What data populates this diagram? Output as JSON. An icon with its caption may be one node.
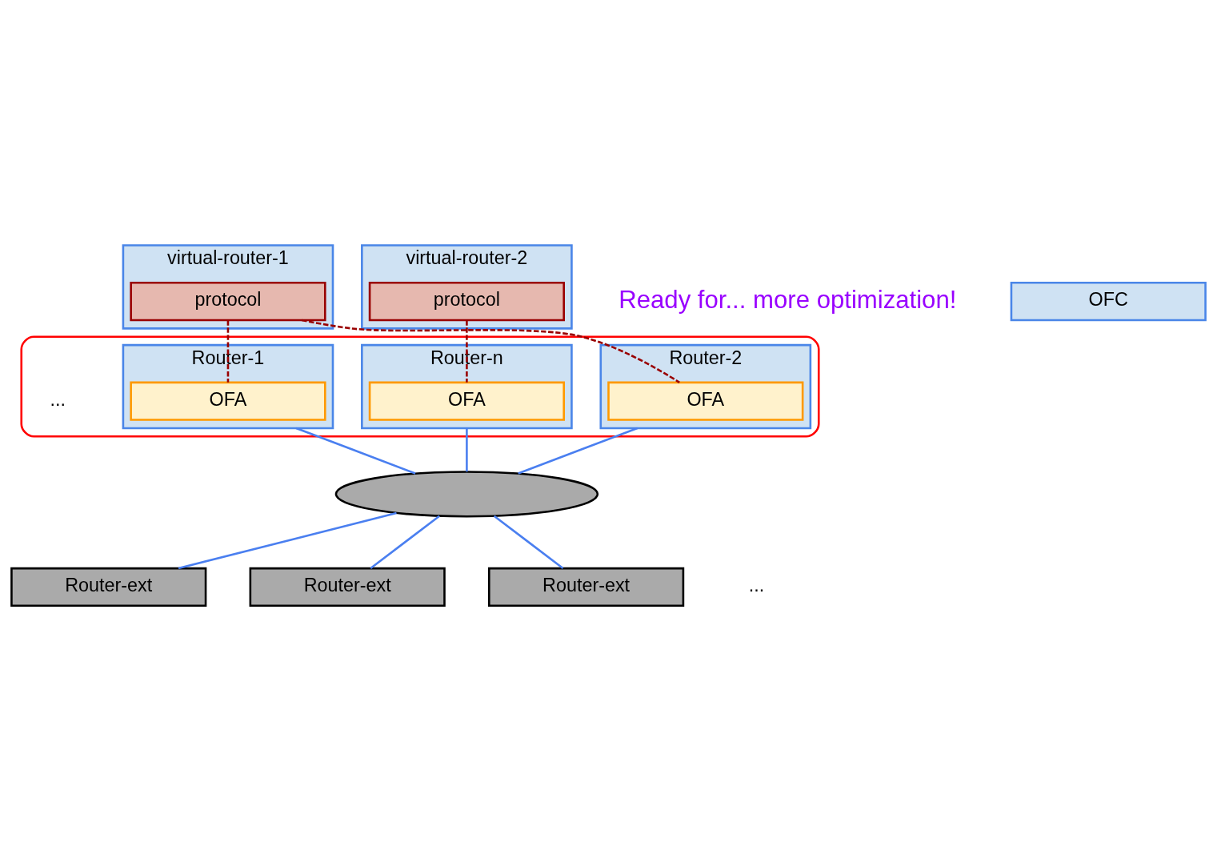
{
  "diagram": {
    "nodes": [
      {
        "text": [
          "virtual-router-1"
        ]
      },
      {
        "text": [
          "protocol"
        ],
        "in": 0
      },
      {
        "text": [
          "virtual-router-2"
        ]
      },
      {
        "text": [
          "protocol"
        ],
        "in": 2
      },
      {
        "text": [
          "OFC"
        ]
      },
      {
        "text": [],
        "shape": "box"
      },
      {
        "text": [
          "Router-1"
        ],
        "in": 5
      },
      {
        "text": [
          "OFA"
        ],
        "in": 6
      },
      {
        "text": [
          "Router-2"
        ],
        "in": 5
      },
      {
        "text": [
          "OFA"
        ],
        "in": 8
      },
      {
        "text": [
          "Router-n"
        ],
        "in": 5
      },
      {
        "text": [
          "OFA"
        ],
        "in": 10
      },
      {
        "text": [],
        "shape": "cloud"
      },
      {
        "text": [
          "Router-ext"
        ]
      },
      {
        "text": [
          "Router-ext"
        ]
      },
      {
        "text": [
          "Router-ext"
        ]
      }
    ],
    "edges": [
      {
        "from": 1,
        "to": 7,
        "arrow": "none",
        "style": "dashed",
        "color": "#990000"
      },
      {
        "from": 1,
        "to": 9,
        "arrow": "none",
        "style": "dashed",
        "color": "#990000"
      },
      {
        "from": 3,
        "to": 11,
        "arrow": "none",
        "style": "dashed",
        "color": "#990000"
      },
      {
        "from": 6,
        "to": 12,
        "arrow": "none"
      },
      {
        "from": 8,
        "to": 12,
        "arrow": "none"
      },
      {
        "from": 10,
        "to": 12,
        "arrow": "none"
      },
      {
        "from": 12,
        "to": 13,
        "arrow": "none"
      },
      {
        "from": 12,
        "to": 14,
        "arrow": "none"
      },
      {
        "from": 12,
        "to": 15,
        "arrow": "none"
      }
    ],
    "labels": [
      "Ready for... more optimization!",
      "...",
      "..."
    ]
  }
}
